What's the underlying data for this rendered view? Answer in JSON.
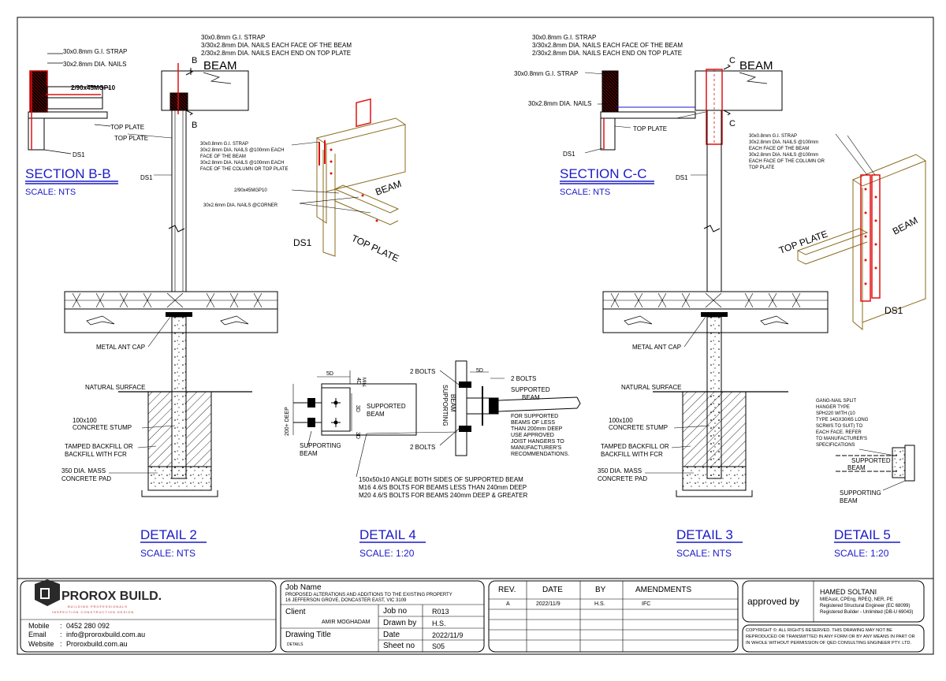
{
  "sections": {
    "bb": {
      "title": "SECTION B-B",
      "scale": "SCALE: NTS"
    },
    "cc": {
      "title": "SECTION C-C",
      "scale": "SCALE: NTS"
    }
  },
  "details": {
    "d2": {
      "title": "DETAIL 2",
      "scale": "SCALE: NTS"
    },
    "d4": {
      "title": "DETAIL 4",
      "scale": "SCALE: 1:20"
    },
    "d3": {
      "title": "DETAIL 3",
      "scale": "SCALE: NTS"
    },
    "d5": {
      "title": "DETAIL 5",
      "scale": "SCALE: 1:20"
    }
  },
  "labels": {
    "strap": "30x0.8mm G.I. STRAP",
    "nails": "30x2.8mm DIA. NAILS",
    "nails_short": "30x2.8mm DIA. NAILS",
    "mgp": "2/90x45MGP10",
    "top_plate": "TOP PLATE",
    "ds1": "DS1",
    "beam": "BEAM",
    "cut_b": "B",
    "cut_c": "C",
    "strap_note_1": "30x0.8mm G.I. STRAP",
    "strap_note_2": "3/30x2.8mm DIA. NAILS EACH FACE OF THE BEAM",
    "strap_note_3": "2/30x2.8mm DIA. NAILS EACH END ON TOP PLATE",
    "iso_note_1": "30x0.8mm G.I. STRAP",
    "iso_note_2": "30x2.8mm DIA. NAILS @100mm EACH",
    "iso_note_3": "FACE OF THE BEAM",
    "iso_note_4": "30x2.8mm DIA. NAILS @100mm EACH",
    "iso_note_5": "FACE OF THE COLUMN OR TOP PLATE",
    "iso_mgp": "2/90x45MGP10",
    "iso_corner": "30x2.6mm DIA. NAILS @CORNER",
    "iso2_note_1": "30x0.8mm G.I. STRAP",
    "iso2_note_2": "30x2.8mm DIA. NAILS @100mm",
    "iso2_note_3": "EACH FACE OF THE BEAM",
    "iso2_note_4": "30x2.8mm DIA. NAILS @100mm",
    "iso2_note_5": "EACH FACE OF THE COLUMN OR",
    "iso2_note_6": "TOP PLATE",
    "metal_ant_cap": "METAL ANT CAP",
    "natural_surface": "NATURAL SURFACE",
    "stump_1": "100x100",
    "stump_2": "CONCRETE STUMP",
    "backfill_1": "TAMPED BACKFILL OR",
    "backfill_2": "BACKFILL WITH FCR",
    "pad_1": "350 DIA. MASS",
    "pad_2": "CONCRETE PAD",
    "d4_5d": "5D",
    "d4_4d": "4D",
    "d4_min": "MIN.",
    "d4_3d": "3D",
    "d4_deep": "200+ DEEP",
    "supported": "SUPPORTED",
    "supporting": "SUPPORTING",
    "two_bolts": "2 BOLTS",
    "d4_note_1": "FOR SUPPORTED",
    "d4_note_2": "BEAMS OF LESS",
    "d4_note_3": "THAN 200mm DEEP",
    "d4_note_4": "USE APPROVED",
    "d4_note_5": "JOIST HANGERS TO",
    "d4_note_6": "MANUFACTURER'S",
    "d4_note_7": "RECOMMENDATIONS.",
    "angle_1": "150x50x10 ANGLE BOTH SIDES OF SUPPORTED BEAM",
    "angle_2": "M16 4.6/S BOLTS FOR BEAMS LESS THAN 240mm DEEP",
    "angle_3": "M20 4.6/S BOLTS FOR BEAMS 240mm DEEP & GREATER",
    "d5_1": "GANG-NAIL SPLIT",
    "d5_2": "HANGER TYPE",
    "d5_3": "SPH220 WITH (10",
    "d5_4": "TYPE 14GX30/65 LONG",
    "d5_5": "SCRWS TO SUIT) TO",
    "d5_6": "EACH FACE. REFER",
    "d5_7": "TO MANUFACTURER'S",
    "d5_8": "SPECIFICATIONS"
  },
  "title_block": {
    "company": "PROROX BUILD.",
    "tagline_1": "BUILDING PROFESSIONALS",
    "tagline_2": "INSPECTION CONSTRUCTION DESIGN",
    "mobile_label": "Mobile",
    "mobile": "0452 280 092",
    "email_label": "Email",
    "email": "info@proroxbuild.com.au",
    "website_label": "Website",
    "website": "Proroxbuild.com.au",
    "job_name_label": "Job Name",
    "job_name_1": "PROPOSED ALTERATIONS AND ADDITIONS TO THE EXISTING PROPERTY",
    "job_name_2": "16 JEFFERSON GROVE, DONCASTER EAST, VIC 3109",
    "client_label": "Client",
    "client": "AMIR MOGHADAM",
    "job_no_label": "Job no",
    "job_no": "R013",
    "drawn_by_label": "Drawn by",
    "drawn_by": "H.S.",
    "drawing_title_label": "Drawing Title",
    "drawing_title": "DETAILS",
    "date_label": "Date",
    "date": "2022/11/9",
    "sheet_no_label": "Sheet no",
    "sheet_no": "S05",
    "rev_header": "REV.",
    "date_header": "DATE",
    "by_header": "BY",
    "amend_header": "AMENDMENTS",
    "rev": "A",
    "rev_date": "2022/11/9",
    "rev_by": "H.S.",
    "rev_amend": "IFC",
    "approved_by": "approved by",
    "engineer": "HAMED SOLTANI",
    "eng_1": "MIEAust, CPEng, RPEQ, NER, PE",
    "eng_2": "Registered Structural Engineer (EC 68099)",
    "eng_3": "Registered Builder - Unlimited (DB-U 69043)",
    "copyright_1": "COPYRIGHT ©: ALL RIGHTS RESERVED. THIS  DRAWING  MAY  NOT  BE",
    "copyright_2": "REPRODUCED OR TRANSMITTED IN ANY FORM OR BY ANY MEANS IN PART OR",
    "copyright_3": "IN WHOLE WITHOUT PERMISSION OF QED CONSULTING ENGINEER PTY. LTD."
  },
  "colors": {
    "title_blue": "#1a1ac8",
    "strap_red": "#e01010",
    "timber": "#8a6d1e"
  }
}
